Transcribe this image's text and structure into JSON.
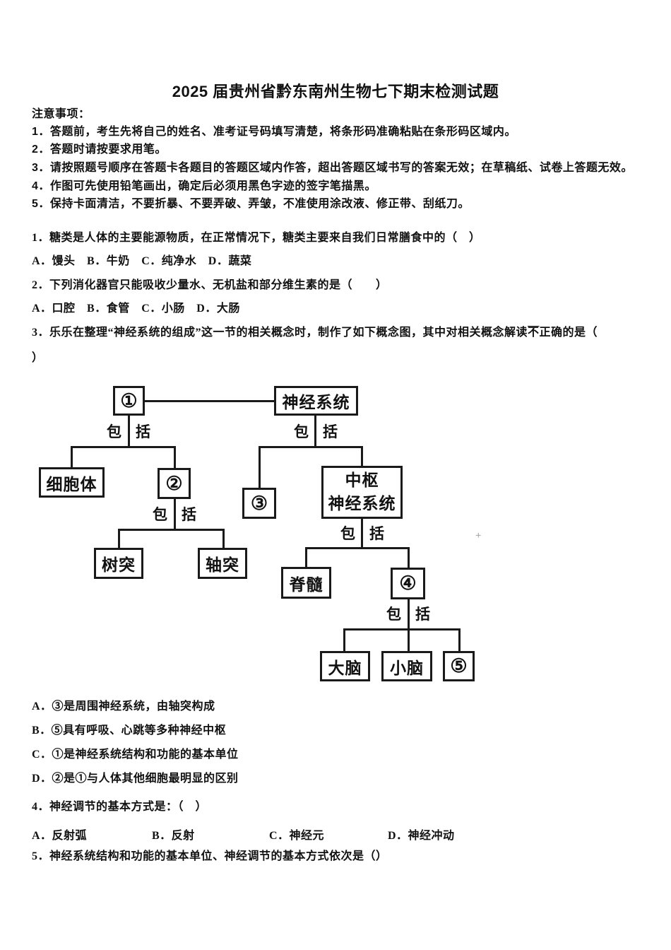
{
  "title": "2025 届贵州省黔东南州生物七下期末检测试题",
  "notice": {
    "header": "注意事项：",
    "items": [
      "1．答题前，考生先将自己的姓名、准考证号码填写清楚，将条形码准确粘贴在条形码区域内。",
      "2．答题时请按要求用笔。",
      "3．请按照题号顺序在答题卡各题目的答题区域内作答，超出答题区域书写的答案无效；在草稿纸、试卷上答题无效。",
      "4．作图可先使用铅笔画出，确定后必须用黑色字迹的签字笔描黑。",
      "5．保持卡面清洁，不要折暴、不要弄破、弄皱，不准使用涂改液、修正带、刮纸刀。"
    ]
  },
  "q1": {
    "text": "1．糖类是人体的主要能源物质，在正常情况下，糖类主要来自我们日常膳食中的（　）",
    "options": "A．馒头　B．牛奶　C．纯净水　D．蔬菜"
  },
  "q2": {
    "text": "2．下列消化器官只能吸收少量水、无机盐和部分维生素的是（　　）",
    "options": "A．口腔　B．食管　C．小肠　D．大肠"
  },
  "q3": {
    "text_before": "3．乐乐在整理“神经系统的组成”这一节的相关概念时，制作了如下概念图，其中对相关概念解读",
    "emphasis": "不",
    "text_after": "正确的是（",
    "close_paren": "）",
    "options": [
      "A．③是周围神经系统，由轴突构成",
      "B．⑤具有呼吸、心跳等多种神经中枢",
      "C．①是神经系统结构和功能的基本单位",
      "D．②是①与人体其他细胞最明显的区别"
    ]
  },
  "q4": {
    "text": "4．神经调节的基本方式是：（　）",
    "options": [
      "A．反射弧",
      "B．反射",
      "C．神经元",
      "D．神经冲动"
    ]
  },
  "q5": {
    "text": "5．神经系统结构和功能的基本单位、神经调节的基本方式依次是（）"
  },
  "diagram": {
    "include_first": "包",
    "include_second": "括",
    "nodes": {
      "n1": "①",
      "nervous_system": "神经系统",
      "cell_body": "细胞体",
      "n2": "②",
      "n3": "③",
      "cns_line1": "中枢",
      "cns_line2": "神经系统",
      "dendrite": "树突",
      "axon": "轴突",
      "spinal_cord": "脊髓",
      "n4": "④",
      "cerebrum": "大脑",
      "cerebellum": "小脑",
      "n5": "⑤"
    },
    "cursor_mark": "+",
    "line_color": "#1a1a1a"
  }
}
